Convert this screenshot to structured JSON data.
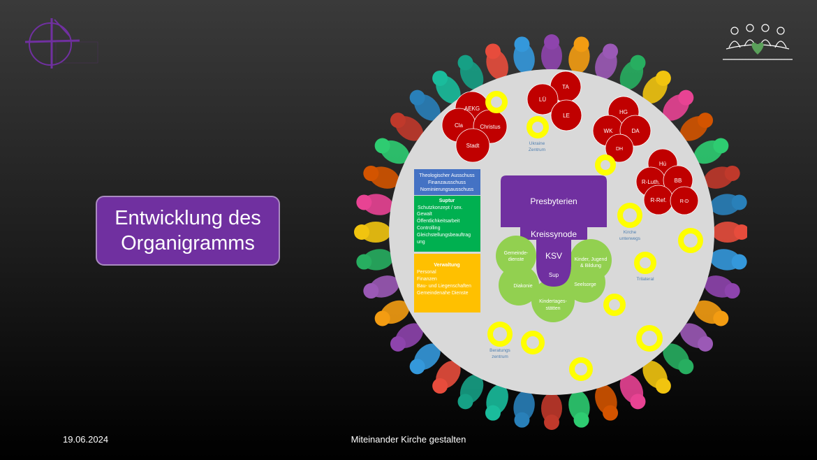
{
  "slide": {
    "title_line1": "Entwicklung des",
    "title_line2": "Organigramms",
    "footer_date": "19.06.2024",
    "footer_center": "Miteinander Kirche gestalten"
  },
  "colors": {
    "purple": "#7030a0",
    "dark_red": "#c00000",
    "green": "#92d050",
    "blue": "#4472c4",
    "box_green": "#00b050",
    "orange": "#ffc000",
    "yellow": "#ffff00",
    "disc": "#d9d9d9"
  },
  "clusters": {
    "c1": [
      "AEKG",
      "Cla",
      "Christus",
      "Stadt"
    ],
    "c2": [
      "TA",
      "LÜ",
      "LE"
    ],
    "c3": [
      "HG",
      "WK",
      "DA",
      "DH"
    ],
    "c4": [
      "Hü",
      "R-Luth.",
      "BB",
      "R-Ref.",
      "R-D"
    ]
  },
  "labels": {
    "ukraine": [
      "Ukraine",
      "Zentrum"
    ],
    "kirche": [
      "Kirche",
      "unterwegs"
    ],
    "trilateral": "Trilateral",
    "beratung": [
      "Beratungs",
      "zentrum"
    ]
  },
  "boxes": {
    "blue": [
      "Theologischer Ausschuss",
      "Finanzausschuss",
      "Nominierungsausschuss"
    ],
    "green_title": "Suptur",
    "green": [
      "Schutzkonzept / sex.",
      "Gewalt",
      "Öffentlichkeitsarbeit",
      "Controlling",
      "Gleichstellungsbeauftrag",
      "ung"
    ],
    "orange_title": "Verwaltung",
    "orange": [
      "Personal",
      "Finanzen",
      "Bau- und Liegenschaften",
      "Gemeindenahe Dienste"
    ]
  },
  "center": {
    "presbyterien": "Presbyterien",
    "kreissynode": "Kreissynode",
    "ksv": "KSV",
    "sup": "Sup",
    "g1": [
      "Gemeinde-",
      "dienste"
    ],
    "g2": [
      "Kinder, Jugend",
      "& Bildung"
    ],
    "g3": "Diakonie",
    "g4": "Seelsorge",
    "g5": [
      "Kindertages-",
      "stätten"
    ]
  }
}
